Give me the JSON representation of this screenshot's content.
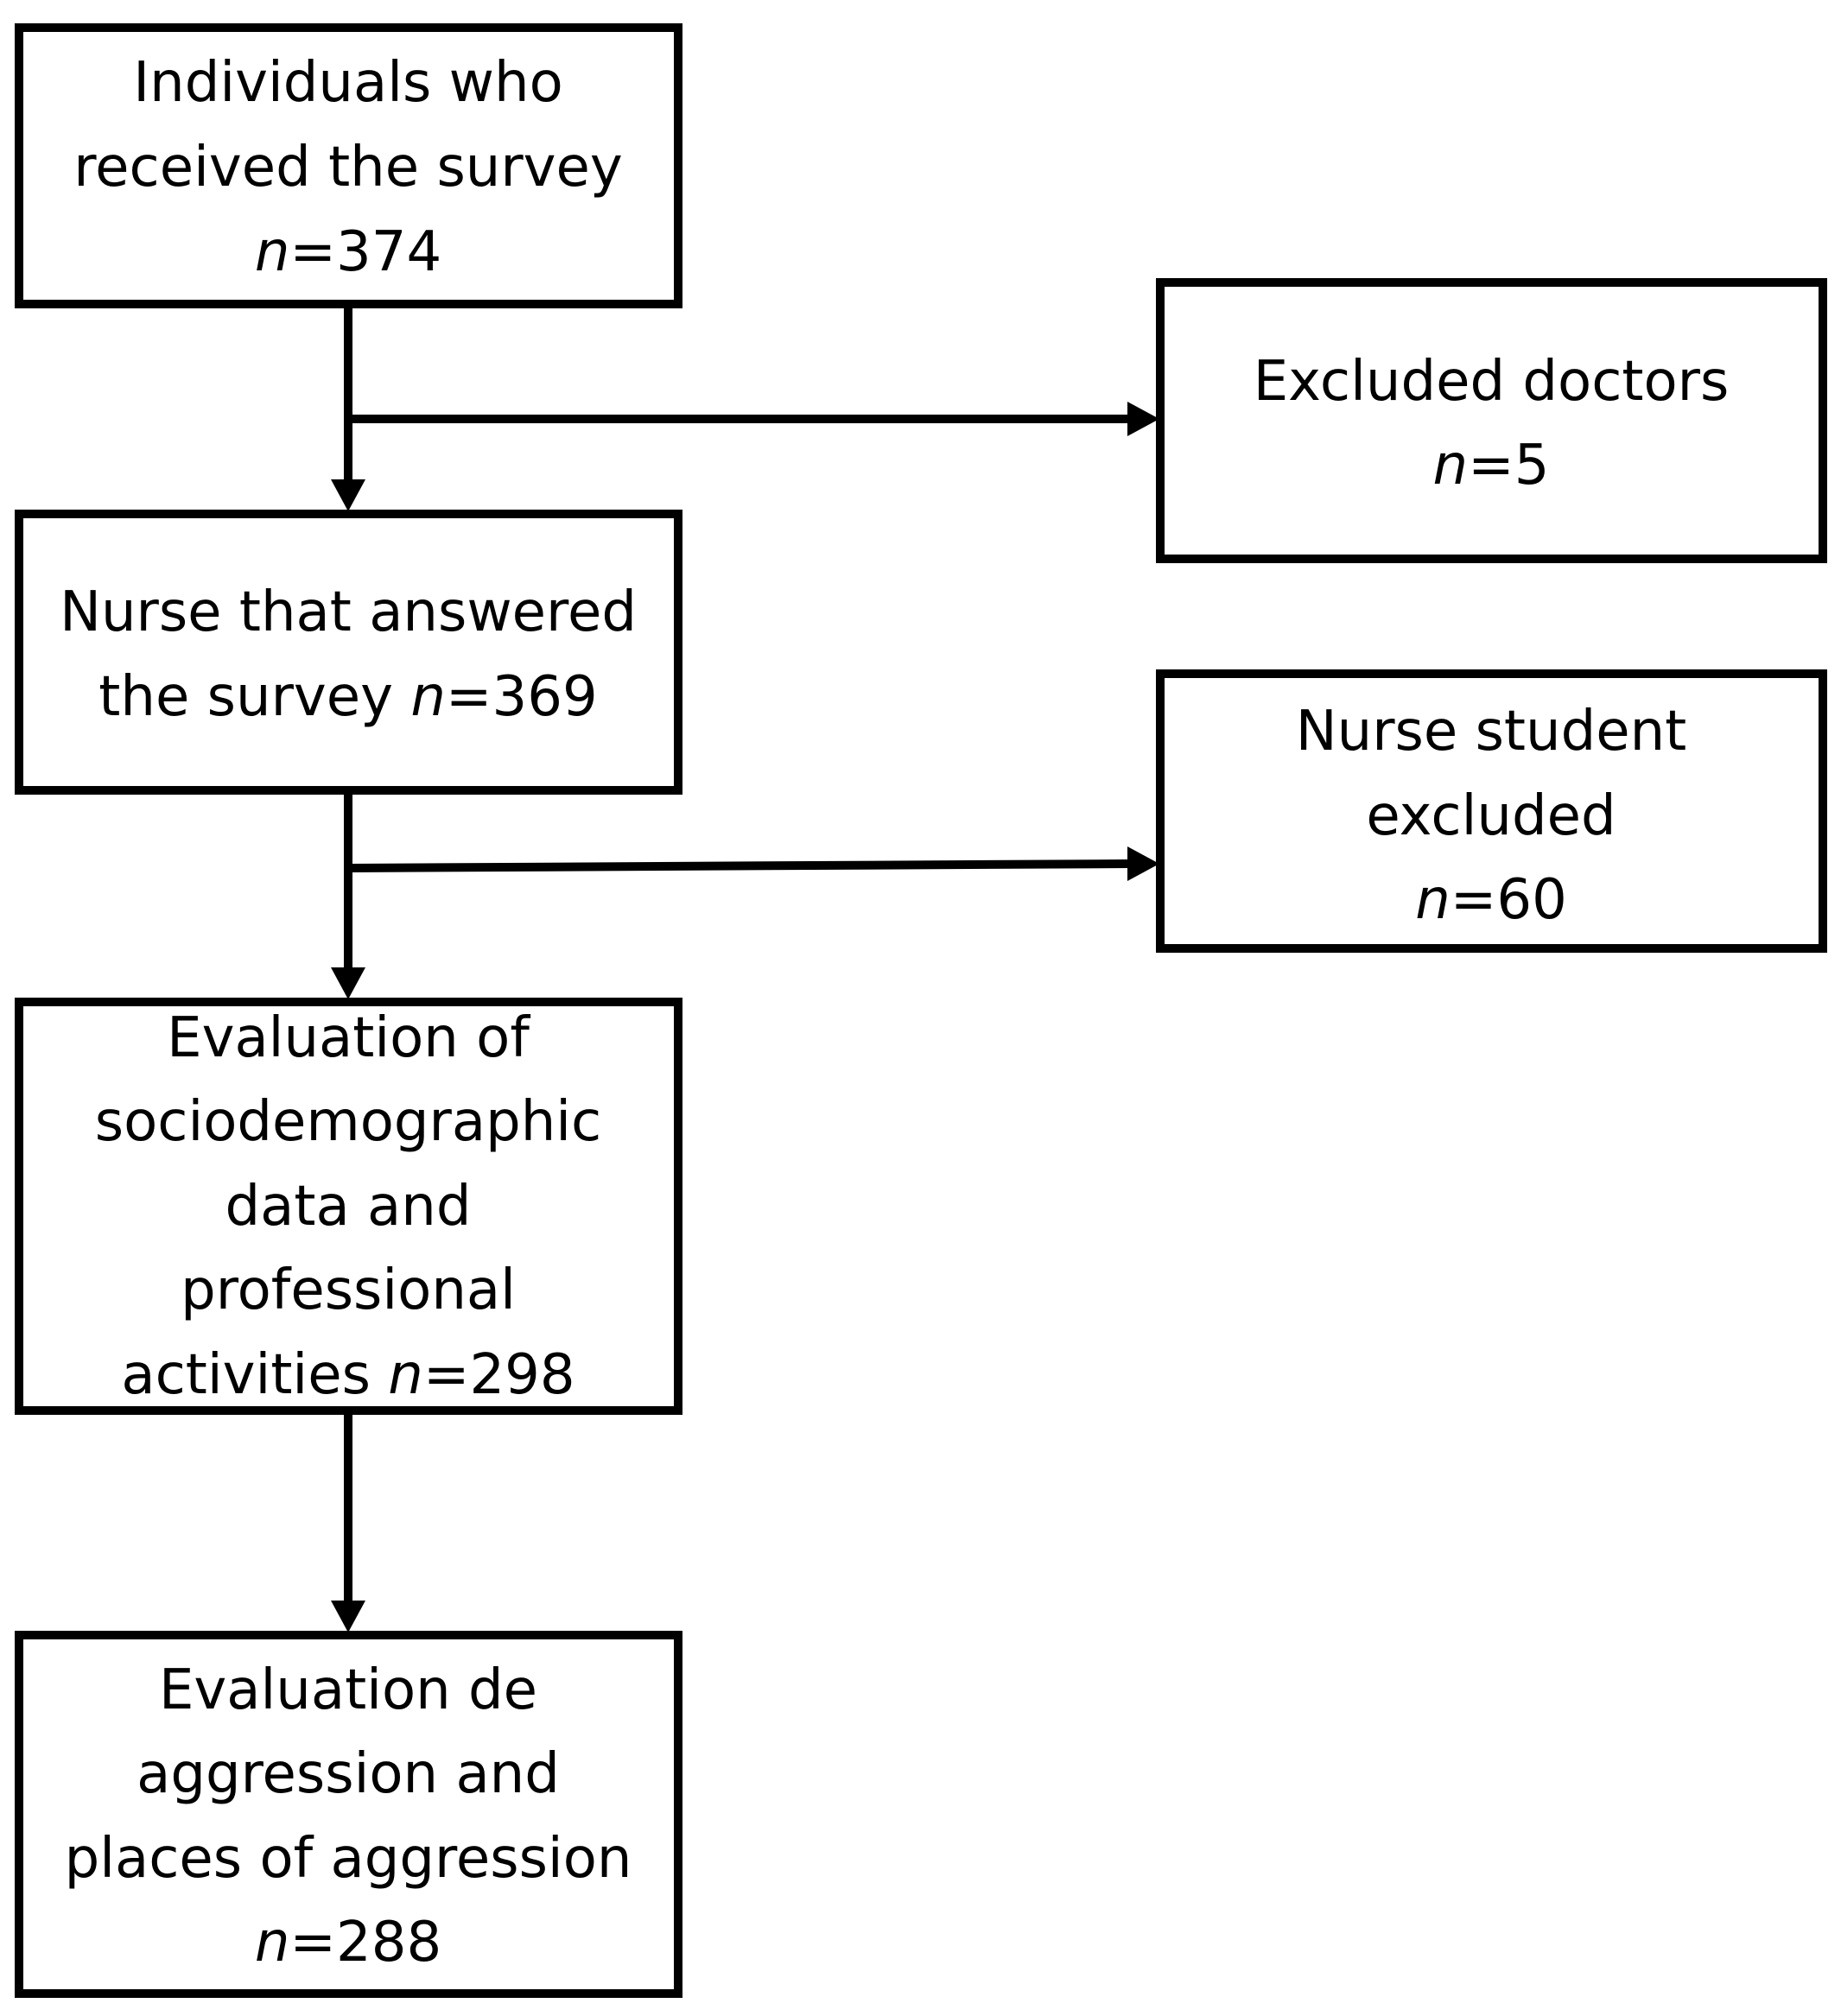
{
  "boxes": {
    "received": {
      "lines": [
        {
          "text": "Individuals who"
        },
        {
          "text": "received the survey"
        },
        {
          "italic": "n",
          "text": "=374"
        }
      ]
    },
    "excluded_doctors": {
      "lines": [
        {
          "text": "Excluded doctors"
        },
        {
          "italic": "n",
          "text": "=5"
        }
      ]
    },
    "nurses_answered": {
      "lines": [
        {
          "text": "Nurse that answered"
        },
        {
          "text": "the survey ",
          "italic": "n",
          "suffix": "=369"
        }
      ]
    },
    "students_excluded": {
      "lines": [
        {
          "text": "Nurse student"
        },
        {
          "text": "excluded"
        },
        {
          "italic": "n",
          "text": "=60"
        }
      ]
    },
    "sociodemographic": {
      "lines": [
        {
          "text": "Evaluation of"
        },
        {
          "text": "sociodemographic"
        },
        {
          "text": "data and"
        },
        {
          "text": "professional"
        },
        {
          "text": "activities ",
          "italic": "n",
          "suffix": "=298"
        }
      ]
    },
    "aggression": {
      "lines": [
        {
          "text": "Evaluation de"
        },
        {
          "text": "aggression and"
        },
        {
          "text": "places of aggression"
        },
        {
          "italic": "n",
          "text": "=288"
        }
      ]
    }
  },
  "colors": {
    "stroke": "#000000",
    "background": "#ffffff",
    "text": "#000000"
  }
}
